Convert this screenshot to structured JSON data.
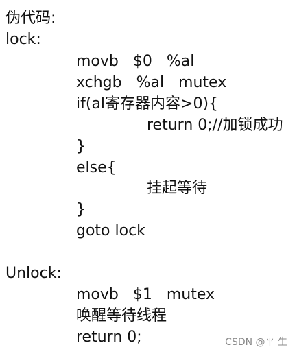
{
  "code": {
    "lines": [
      "伪代码:",
      "lock:",
      "movb   $0   %al",
      "xchgb   %al   mutex",
      "if(al寄存器内容>0){",
      "return 0;//加锁成功",
      "}",
      "else{",
      "挂起等待",
      "}",
      "goto lock",
      "Unlock:",
      "movb   $1   mutex",
      "唤醒等待线程",
      "return 0;"
    ]
  },
  "watermark": {
    "text": "CSDN @平 生"
  }
}
